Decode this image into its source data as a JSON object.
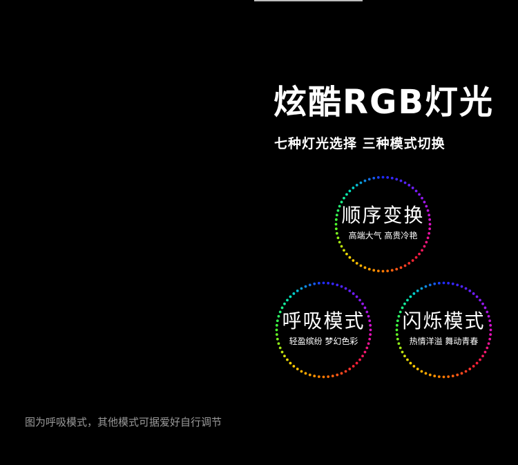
{
  "headline": "炫酷RGB灯光",
  "subline": "七种灯光选择 三种模式切换",
  "modes": [
    {
      "title": "顺序变换",
      "subtitle": "高端大气 高贵冷艳"
    },
    {
      "title": "呼吸模式",
      "subtitle": "轻盈缤纷 梦幻色彩"
    },
    {
      "title": "闪烁模式",
      "subtitle": "热情洋溢 舞动青春"
    }
  ],
  "caption": "图为呼吸模式，其他模式可据爱好自行调节",
  "colors": {
    "background": "#000000",
    "text": "#ffffff",
    "caption": "#9a9a9a",
    "ring_spectrum": [
      "#1e2bff",
      "#7a1cff",
      "#e011c9",
      "#ff1a3a",
      "#ff7a00",
      "#ffd400",
      "#4bff2a",
      "#00e5c0"
    ]
  },
  "icons": {
    "ring": "rgb-dotted-ring"
  }
}
